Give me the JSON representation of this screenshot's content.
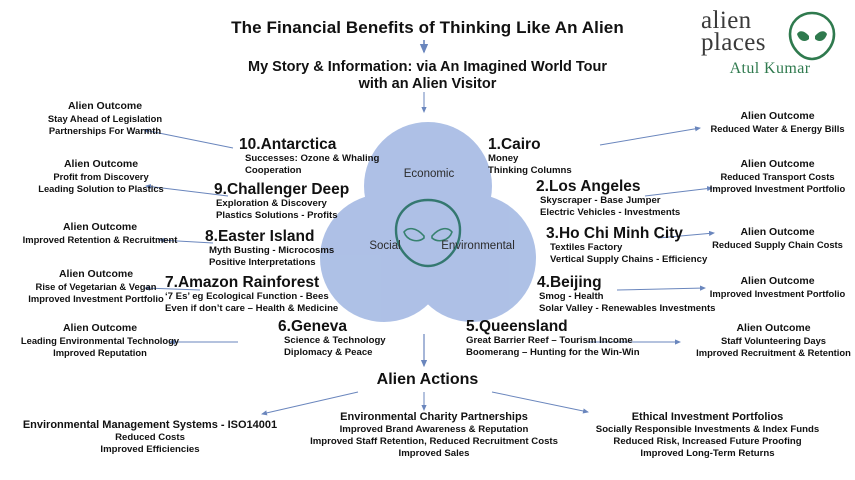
{
  "title": "The Financial Benefits of Thinking Like An Alien",
  "subtitle": "My Story & Information:  via An Imagined World Tour\nwith an Alien Visitor",
  "logo": {
    "word_line1": "alien",
    "word_line2": "places",
    "author": "Atul Kumar",
    "icon": "alien-head-icon",
    "brand_green": "#2f7a4e",
    "brand_dark": "#3a3a3a"
  },
  "venn": {
    "circle_color": "#aabde4",
    "alien_outline_color": "#1f6b5a",
    "labels": [
      {
        "name": "economic",
        "text": "Economic"
      },
      {
        "name": "social",
        "text": "Social"
      },
      {
        "name": "environmental",
        "text": "Environmental"
      }
    ]
  },
  "cities": [
    {
      "id": "cairo",
      "number": "1.",
      "name": "Cairo",
      "lines": [
        "Money",
        "Thinking Columns"
      ]
    },
    {
      "id": "los-angeles",
      "number": "2.",
      "name": "Los Angeles",
      "lines": [
        "Skyscraper  -  Base Jumper",
        "Electric Vehicles  -  Investments"
      ]
    },
    {
      "id": "ho-chi-minh-city",
      "number": "3.",
      "name": "Ho Chi Minh City",
      "lines": [
        "Textiles Factory",
        "Vertical Supply Chains  -  Efficiency"
      ]
    },
    {
      "id": "beijing",
      "number": "4.",
      "name": "Beijing",
      "lines": [
        "Smog  -  Health",
        "Solar Valley  -  Renewables Investments"
      ]
    },
    {
      "id": "queensland",
      "number": "5.",
      "name": "Queensland",
      "lines": [
        "Great Barrier Reef – Tourism Income",
        "Boomerang – Hunting for the Win-Win"
      ]
    },
    {
      "id": "geneva",
      "number": "6.",
      "name": "Geneva",
      "lines": [
        "Science & Technology",
        "Diplomacy & Peace"
      ]
    },
    {
      "id": "amazon-rainforest",
      "number": "7.",
      "name": "Amazon Rainforest",
      "lines": [
        "‘7 Es’ eg Ecological Function  -  Bees",
        "Even if don’t care – Health & Medicine"
      ]
    },
    {
      "id": "easter-island",
      "number": "8.",
      "name": "Easter Island",
      "lines": [
        "Myth Busting  -  Microcosms",
        "Positive Interpretations"
      ]
    },
    {
      "id": "challenger-deep",
      "number": "9.",
      "name": "Challenger Deep",
      "lines": [
        "Exploration & Discovery",
        "Plastics Solutions  -  Profits"
      ]
    },
    {
      "id": "antarctica",
      "number": "10.",
      "name": "Antarctica",
      "lines": [
        "Successes:  Ozone & Whaling",
        "Cooperation"
      ]
    }
  ],
  "outcomes": {
    "heading": "Alien Outcome",
    "left": [
      {
        "id": "antarctica-outcome",
        "lines": [
          "Stay Ahead of Legislation",
          "Partnerships For Warmth"
        ]
      },
      {
        "id": "challenger-deep-outcome",
        "lines": [
          "Profit from Discovery",
          "Leading Solution to Plastics"
        ]
      },
      {
        "id": "easter-island-outcome",
        "lines": [
          "Improved Retention & Recruitment"
        ]
      },
      {
        "id": "amazon-outcome",
        "lines": [
          "Rise of Vegetarian & Vegan",
          "Improved Investment Portfolio"
        ]
      },
      {
        "id": "geneva-outcome",
        "lines": [
          "Leading Environmental Technology",
          "Improved Reputation"
        ]
      }
    ],
    "right": [
      {
        "id": "cairo-outcome",
        "lines": [
          "Reduced Water & Energy Bills"
        ]
      },
      {
        "id": "los-angeles-outcome",
        "lines": [
          "Reduced Transport Costs",
          "Improved Investment Portfolio"
        ]
      },
      {
        "id": "ho-chi-minh-outcome",
        "lines": [
          "Reduced Supply Chain Costs"
        ]
      },
      {
        "id": "beijing-outcome",
        "lines": [
          "Improved Investment Portfolio"
        ]
      },
      {
        "id": "queensland-outcome",
        "lines": [
          "Staff Volunteering Days",
          "Improved Recruitment & Retention"
        ]
      }
    ]
  },
  "alien_actions": {
    "heading": "Alien Actions",
    "columns": [
      {
        "id": "environmental-management-systems",
        "title": "Environmental Management Systems - ISO14001",
        "lines": [
          "Reduced Costs",
          "Improved Efficiencies"
        ]
      },
      {
        "id": "environmental-charity-partnerships",
        "title": "Environmental Charity Partnerships",
        "lines": [
          "Improved Brand Awareness & Reputation",
          "Improved Staff Retention, Reduced Recruitment Costs",
          "Improved Sales"
        ]
      },
      {
        "id": "ethical-investment-portfolios",
        "title": "Ethical Investment Portfolios",
        "lines": [
          "Socially Responsible Investments & Index Funds",
          "Reduced Risk, Increased Future Proofing",
          "Improved Long-Term Returns"
        ]
      }
    ]
  },
  "arrow_color": "#6a86bd"
}
